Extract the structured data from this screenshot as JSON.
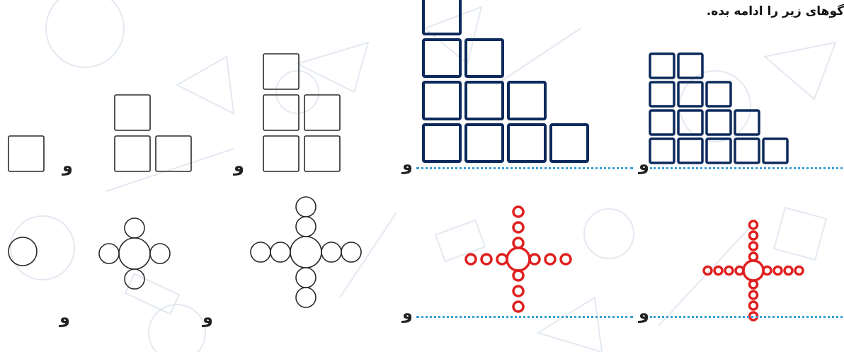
{
  "instruction": "گوهای زیر را ادامه بده.",
  "separator": "و",
  "colors": {
    "given_pattern": "#2a2a2a",
    "continued_squares": "#0d2a5c",
    "continued_circles": "#e02020",
    "answer_line": "#3aa0d8",
    "background_doodles": "#d7e0ea"
  },
  "square_pattern": {
    "given_terms": [
      {
        "columns": [
          1
        ]
      },
      {
        "columns": [
          2,
          1
        ]
      },
      {
        "columns": [
          3,
          2
        ]
      }
    ],
    "continued_terms": [
      {
        "columns": [
          4,
          3,
          2,
          1
        ]
      },
      {
        "columns": [
          4,
          4,
          3,
          2,
          1
        ]
      }
    ]
  },
  "circle_pattern": {
    "given_terms": [
      {
        "arm_length": 0
      },
      {
        "arm_length": 1
      },
      {
        "arm_length": 2
      }
    ],
    "continued_terms": [
      {
        "arm_length": 3
      },
      {
        "arm_length": 4
      }
    ]
  }
}
